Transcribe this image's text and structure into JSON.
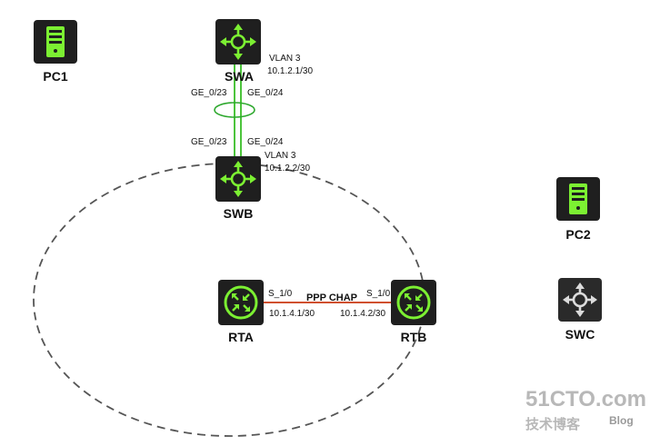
{
  "nodes": {
    "pc1": {
      "label": "PC1"
    },
    "swa": {
      "label": "SWA"
    },
    "swb": {
      "label": "SWB"
    },
    "pc2": {
      "label": "PC2"
    },
    "rta": {
      "label": "RTA"
    },
    "rtb": {
      "label": "RTB"
    },
    "swc": {
      "label": "SWC"
    }
  },
  "swa_info": {
    "vlan": "VLAN 3",
    "ip": "10.1.2.1/30"
  },
  "swb_info": {
    "vlan": "VLAN 3",
    "ip": "10.1.2.2/30"
  },
  "trunk": {
    "swa_port_left": "GE_0/23",
    "swa_port_right": "GE_0/24",
    "swb_port_left": "GE_0/23",
    "swb_port_right": "GE_0/24"
  },
  "serial": {
    "protocol": "PPP CHAP",
    "rta_port": "S_1/0",
    "rta_ip": "10.1.4.1/30",
    "rtb_port": "S_1/0",
    "rtb_ip": "10.1.4.2/30"
  },
  "watermark": {
    "main": "51CTO.com",
    "sub": "技术博客",
    "blog": "Blog"
  },
  "colors": {
    "device_body": "#1f1f1f",
    "device_accent": "#7cf032",
    "device_gray_accent": "#dcdcdc",
    "trunk_link": "#4cc43c",
    "serial_link": "#d0502f",
    "dashed_area": "#555555"
  },
  "icons": {
    "pc": "server-tower-icon",
    "switch": "layer3-switch-icon",
    "router": "router-icon"
  }
}
